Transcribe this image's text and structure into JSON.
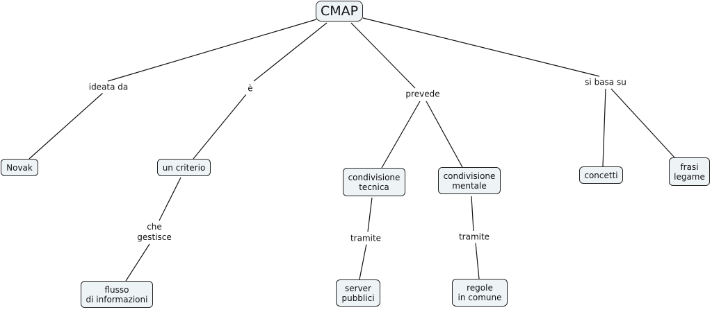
{
  "map": {
    "root": "CMAP",
    "links": {
      "ideata_da": "ideata da",
      "e": "è",
      "prevede": "prevede",
      "si_basa_su": "si basa su",
      "che_gestisce": "che\ngestisce",
      "tramite_1": "tramite",
      "tramite_2": "tramite"
    },
    "concepts": {
      "novak": "Novak",
      "un_criterio": "un criterio",
      "flusso": "flusso\ndi informazioni",
      "cond_tecnica": "condivisione\ntecnica",
      "cond_mentale": "condivisione\nmentale",
      "server": "server\npubblici",
      "regole": "regole\nin comune",
      "concetti": "concetti",
      "frasi": "frasi\nlegame"
    }
  }
}
